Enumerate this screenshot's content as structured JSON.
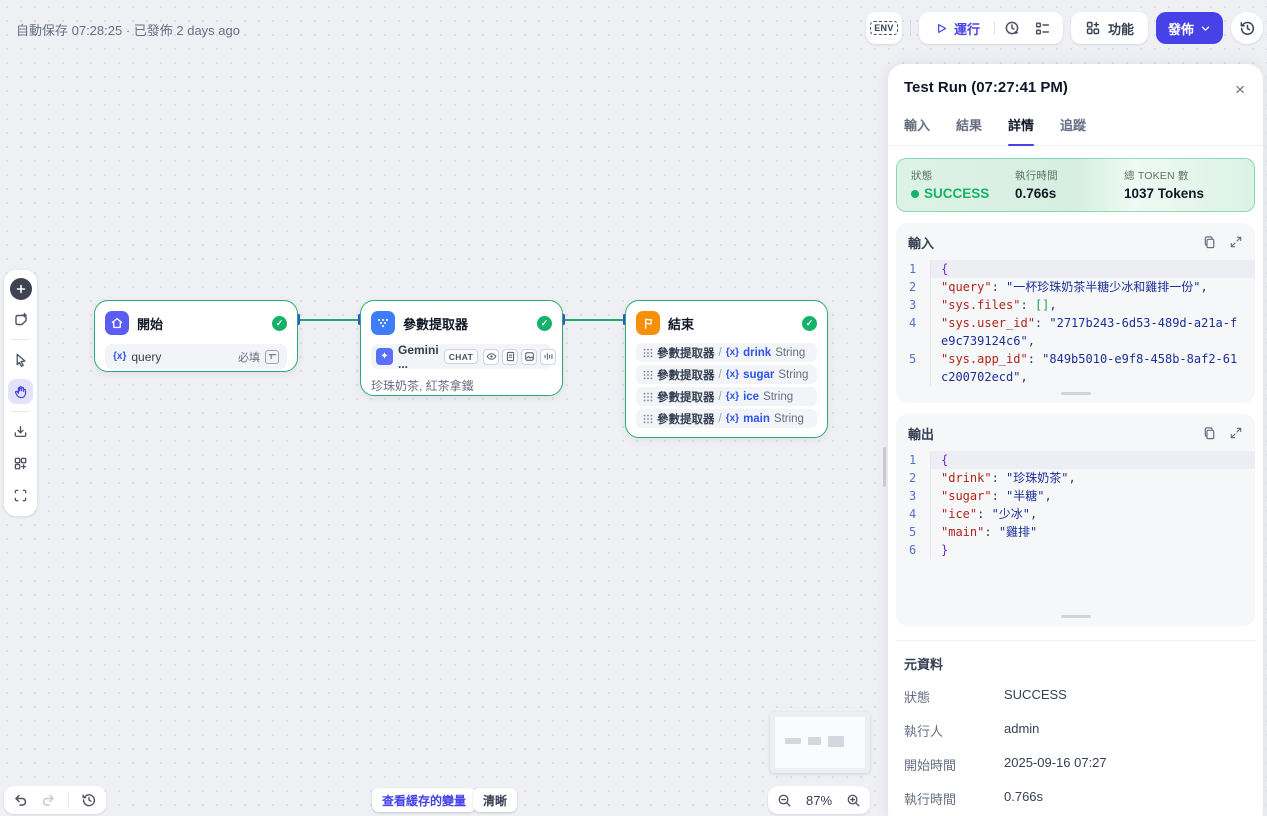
{
  "accent_color": "#4642e8",
  "success_color": "#17b26a",
  "icons": {
    "var_glyph": "{x}",
    "check_glyph": "✓",
    "close_glyph": "×"
  },
  "topbar": {
    "autosave_text": "自動保存 07:28:25 · 已發佈 2 days ago",
    "env_label": "ENV",
    "run_label": "運行",
    "features_label": "功能",
    "publish_label": "發佈"
  },
  "panel": {
    "title": "Test Run (07:27:41 PM)",
    "tabs": [
      {
        "label": "輸入",
        "active": false
      },
      {
        "label": "結果",
        "active": false
      },
      {
        "label": "詳情",
        "active": true
      },
      {
        "label": "追蹤",
        "active": false
      }
    ],
    "status_card": {
      "status_label": "狀態",
      "status_value": "SUCCESS",
      "time_label": "執行時間",
      "time_value": "0.766s",
      "tokens_label": "總 TOKEN 數",
      "tokens_value": "1037 Tokens"
    },
    "input_block": {
      "title": "輸入",
      "lines": [
        {
          "n": 1,
          "hl": true,
          "tokens": [
            [
              "brace",
              "{"
            ]
          ]
        },
        {
          "n": 2,
          "hl": false,
          "tokens": [
            [
              "key",
              "\"query\""
            ],
            [
              "punc",
              ": "
            ],
            [
              "str",
              "\"一杯珍珠奶茶半糖少冰和雞排一份\""
            ],
            [
              "punc",
              ","
            ]
          ]
        },
        {
          "n": 3,
          "hl": false,
          "tokens": [
            [
              "key",
              "\"sys.files\""
            ],
            [
              "punc",
              ": "
            ],
            [
              "bracket",
              "[]"
            ],
            [
              "punc",
              ","
            ]
          ]
        },
        {
          "n": 4,
          "hl": false,
          "tokens": [
            [
              "key",
              "\"sys.user_id\""
            ],
            [
              "punc",
              ": "
            ],
            [
              "str",
              "\"2717b243-6d53-489d-a21a-fe9c739124c6\""
            ],
            [
              "punc",
              ","
            ]
          ]
        },
        {
          "n": 5,
          "hl": false,
          "tokens": [
            [
              "key",
              "\"sys.app_id\""
            ],
            [
              "punc",
              ": "
            ],
            [
              "str",
              "\"849b5010-e9f8-458b-8af2-61c200702ecd\""
            ],
            [
              "punc",
              ","
            ]
          ]
        }
      ]
    },
    "output_block": {
      "title": "輸出",
      "lines": [
        {
          "n": 1,
          "hl": true,
          "tokens": [
            [
              "brace",
              "{"
            ]
          ]
        },
        {
          "n": 2,
          "hl": false,
          "tokens": [
            [
              "key",
              "\"drink\""
            ],
            [
              "punc",
              ": "
            ],
            [
              "str",
              "\"珍珠奶茶\""
            ],
            [
              "punc",
              ","
            ]
          ]
        },
        {
          "n": 3,
          "hl": false,
          "tokens": [
            [
              "key",
              "\"sugar\""
            ],
            [
              "punc",
              ": "
            ],
            [
              "str",
              "\"半糖\""
            ],
            [
              "punc",
              ","
            ]
          ]
        },
        {
          "n": 4,
          "hl": false,
          "tokens": [
            [
              "key",
              "\"ice\""
            ],
            [
              "punc",
              ": "
            ],
            [
              "str",
              "\"少冰\""
            ],
            [
              "punc",
              ","
            ]
          ]
        },
        {
          "n": 5,
          "hl": false,
          "tokens": [
            [
              "key",
              "\"main\""
            ],
            [
              "punc",
              ": "
            ],
            [
              "str",
              "\"雞排\""
            ]
          ]
        },
        {
          "n": 6,
          "hl": false,
          "tokens": [
            [
              "brace",
              "}"
            ]
          ]
        }
      ]
    },
    "metadata": {
      "title": "元資料",
      "rows": [
        {
          "label": "狀態",
          "value": "SUCCESS"
        },
        {
          "label": "執行人",
          "value": "admin"
        },
        {
          "label": "開始時間",
          "value": "2025-09-16 07:27"
        },
        {
          "label": "執行時間",
          "value": "0.766s"
        }
      ]
    }
  },
  "nodes": {
    "start": {
      "title": "開始",
      "var_name": "query",
      "required_label": "必填"
    },
    "extractor": {
      "title": "參數提取器",
      "model_name": "Gemini ...",
      "model_mode": "CHAT",
      "note": "珍珠奶茶, 紅茶拿鐵"
    },
    "end": {
      "title": "結束",
      "rows": [
        {
          "source": "參數提取器",
          "var": "drink",
          "type": "String"
        },
        {
          "source": "參數提取器",
          "var": "sugar",
          "type": "String"
        },
        {
          "source": "參數提取器",
          "var": "ice",
          "type": "String"
        },
        {
          "source": "參數提取器",
          "var": "main",
          "type": "String"
        }
      ]
    }
  },
  "controls": {
    "view_cached_label": "查看緩存的變量",
    "clear_label": "清晰",
    "zoom_level": "87%"
  }
}
